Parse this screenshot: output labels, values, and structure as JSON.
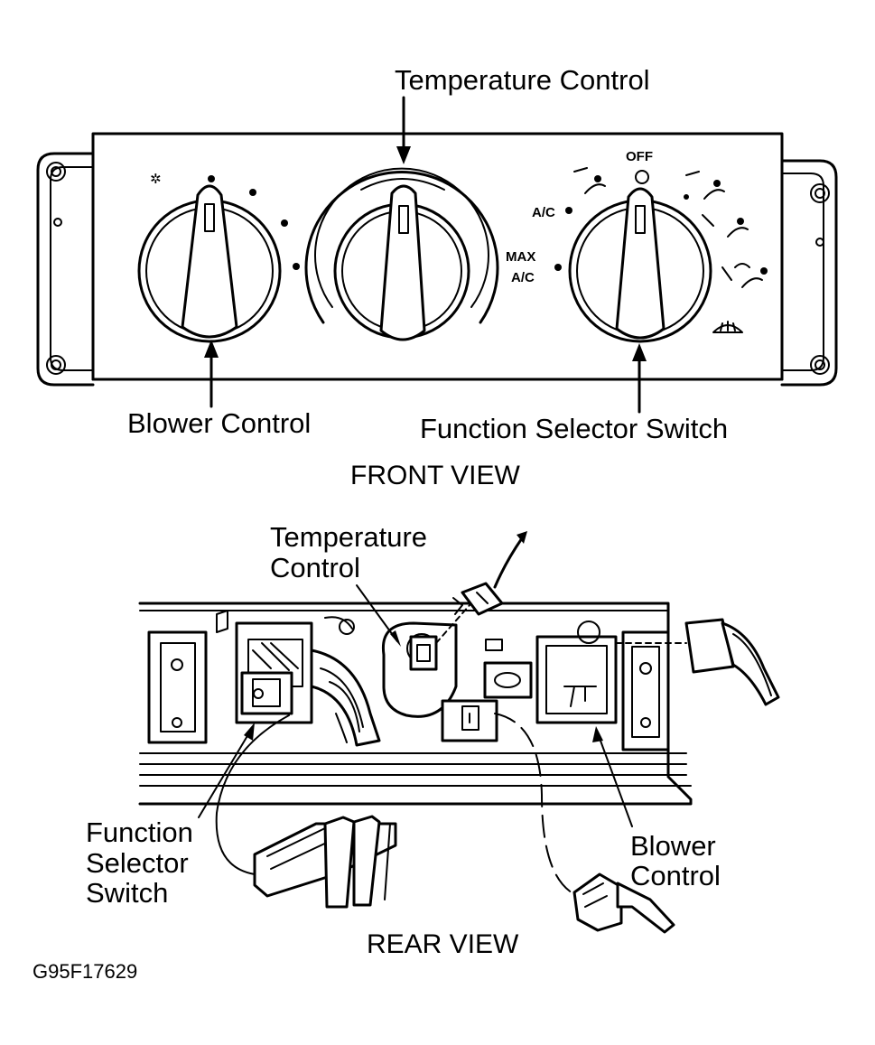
{
  "front_view": {
    "caption": "FRONT VIEW",
    "labels": {
      "temperature_control": "Temperature Control",
      "blower_control": "Blower Control",
      "function_selector_switch": "Function Selector Switch"
    },
    "panel_markings": {
      "off": "OFF",
      "ac": "A/C",
      "max": "MAX",
      "max_ac": "A/C"
    }
  },
  "rear_view": {
    "caption": "REAR VIEW",
    "labels": {
      "temperature_control_line1": "Temperature",
      "temperature_control_line2": "Control",
      "function_selector_line1": "Function",
      "function_selector_line2": "Selector",
      "function_selector_line3": "Switch",
      "blower_control_line1": "Blower",
      "blower_control_line2": "Control"
    }
  },
  "figure_code": "G95F17629"
}
